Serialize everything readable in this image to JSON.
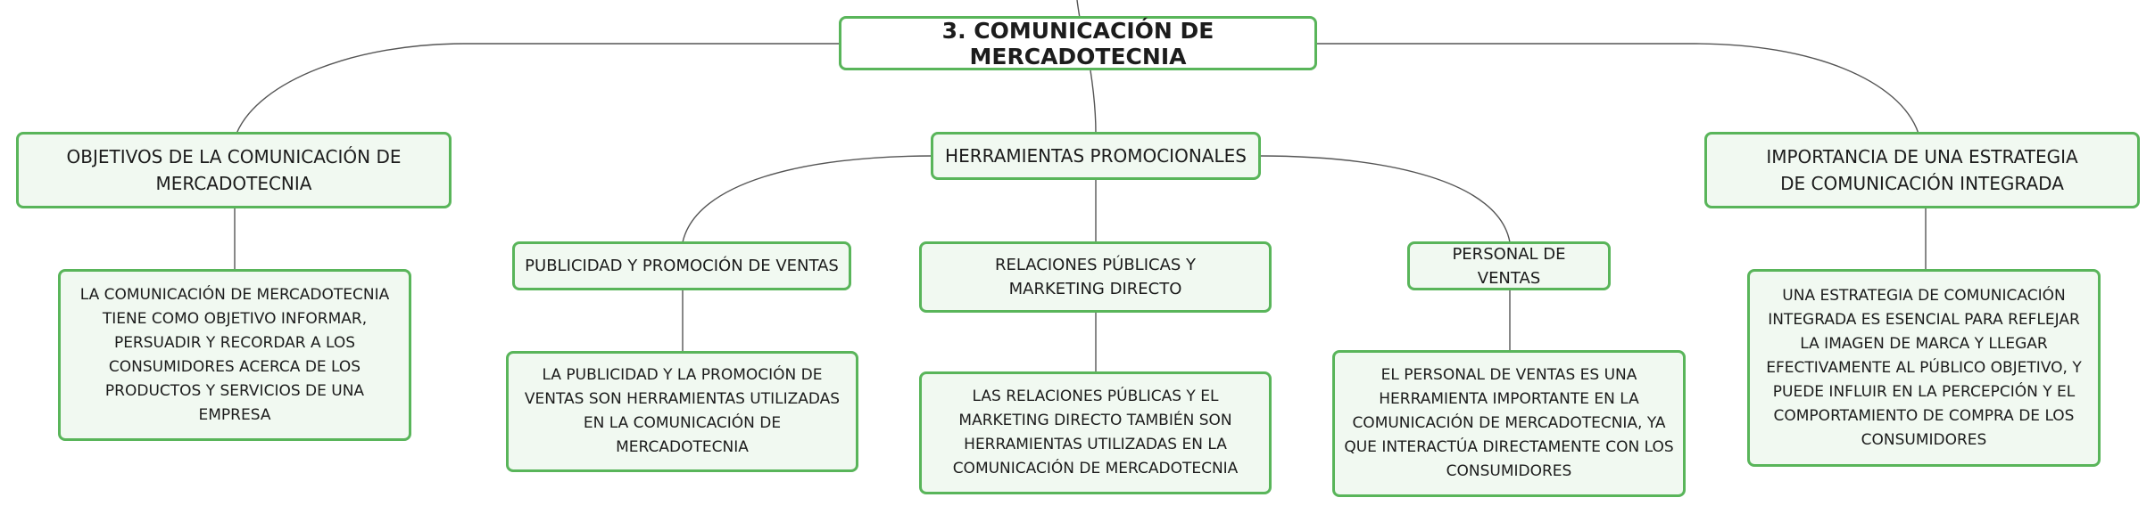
{
  "colors": {
    "node_border": "#59b55a",
    "node_fill": "#f1f9f1",
    "connector": "#555555",
    "text": "#1c1c1c"
  },
  "mindmap": {
    "root": "3. COMUNICACIÓN DE MERCADOTECNIA",
    "objetivos": {
      "title": "OBJETIVOS DE LA COMUNICACIÓN DE MERCADOTECNIA",
      "detail": "LA COMUNICACIÓN DE MERCADOTECNIA TIENE COMO OBJETIVO INFORMAR, PERSUADIR Y RECORDAR A LOS CONSUMIDORES ACERCA DE LOS PRODUCTOS Y SERVICIOS DE UNA EMPRESA"
    },
    "herramientas": {
      "title": "HERRAMIENTAS PROMOCIONALES",
      "publicidad": {
        "title": "PUBLICIDAD Y PROMOCIÓN DE VENTAS",
        "detail": "LA PUBLICIDAD Y LA PROMOCIÓN DE VENTAS SON HERRAMIENTAS UTILIZADAS EN LA COMUNICACIÓN DE MERCADOTECNIA"
      },
      "relaciones": {
        "title": "RELACIONES PÚBLICAS Y MARKETING DIRECTO",
        "detail": "LAS RELACIONES PÚBLICAS Y EL MARKETING DIRECTO TAMBIÉN SON HERRAMIENTAS UTILIZADAS EN LA COMUNICACIÓN DE MERCADOTECNIA"
      },
      "personal": {
        "title": "PERSONAL DE VENTAS",
        "detail": "EL PERSONAL DE VENTAS ES UNA HERRAMIENTA IMPORTANTE EN LA COMUNICACIÓN DE MERCADOTECNIA, YA QUE INTERACTÚA DIRECTAMENTE CON LOS CONSUMIDORES"
      }
    },
    "importancia": {
      "title": "IMPORTANCIA DE UNA ESTRATEGIA DE COMUNICACIÓN INTEGRADA",
      "detail": "UNA ESTRATEGIA DE COMUNICACIÓN INTEGRADA ES ESENCIAL PARA REFLEJAR LA IMAGEN DE MARCA Y LLEGAR EFECTIVAMENTE AL PÚBLICO OBJETIVO, Y PUEDE INFLUIR EN LA PERCEPCIÓN Y EL COMPORTAMIENTO DE COMPRA DE LOS CONSUMIDORES"
    }
  }
}
